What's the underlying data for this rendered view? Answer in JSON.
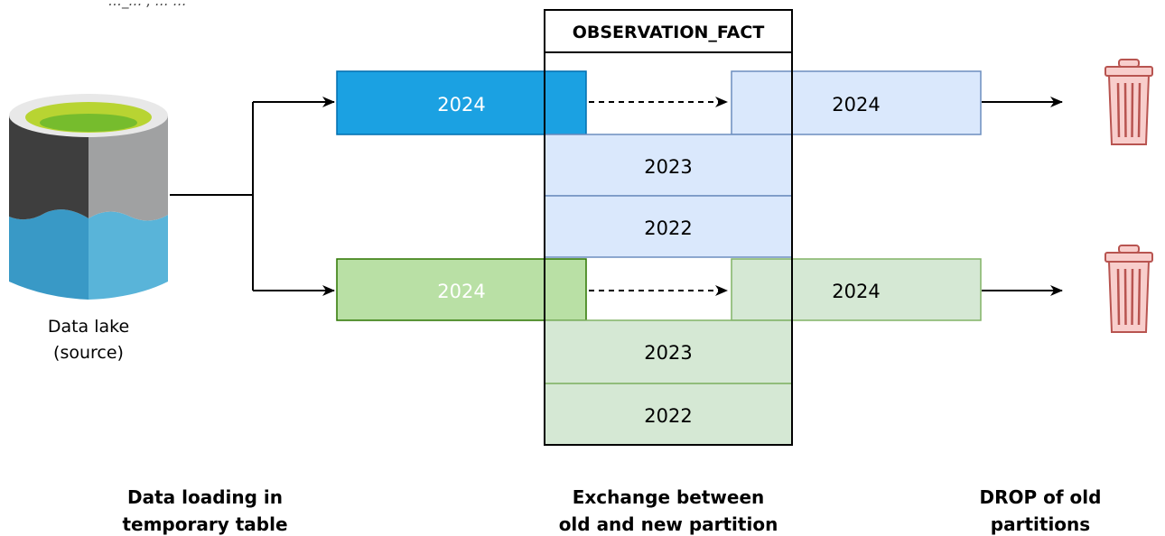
{
  "top_text": "…_… , … …",
  "source": {
    "label_line1": "Data lake",
    "label_line2": "(source)"
  },
  "table": {
    "title": "OBSERVATION_FACT"
  },
  "blue_group": {
    "new_partition": "2024",
    "old_partition": "2024",
    "existing": [
      "2023",
      "2022"
    ]
  },
  "green_group": {
    "new_partition": "2024",
    "old_partition": "2024",
    "existing": [
      "2023",
      "2022"
    ]
  },
  "captions": {
    "loading": [
      "Data loading in",
      "temporary table"
    ],
    "exchange": [
      "Exchange between",
      "old and new partition"
    ],
    "drop": [
      "DROP of old",
      "partitions"
    ]
  },
  "colors": {
    "blue_strong": "#1BA1E2",
    "blue_light": "#DAE8FC",
    "blue_border": "#6C8EBF",
    "green_strong": "#B9E0A5",
    "green_light": "#D5E8D4",
    "green_border": "#82B366",
    "green_dark_border": "#2D7600",
    "trash": "#E06666"
  },
  "icons": [
    "data-lake-cylinder-icon",
    "trash-icon"
  ]
}
